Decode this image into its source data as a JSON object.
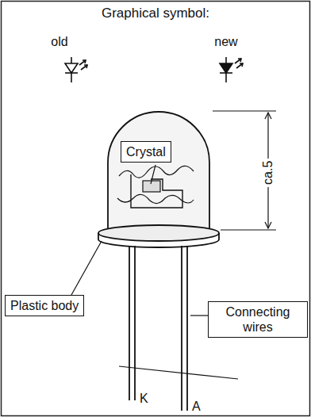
{
  "diagram": {
    "nodes": [
      {
        "text": [
          "Crystal"
        ]
      },
      {
        "text": [
          "Plastic body"
        ]
      },
      {
        "text": [
          "Connecting wires"
        ]
      }
    ],
    "labels": [
      "Graphical symbol:",
      "old",
      "new",
      "ca.5",
      "K",
      "A"
    ]
  }
}
